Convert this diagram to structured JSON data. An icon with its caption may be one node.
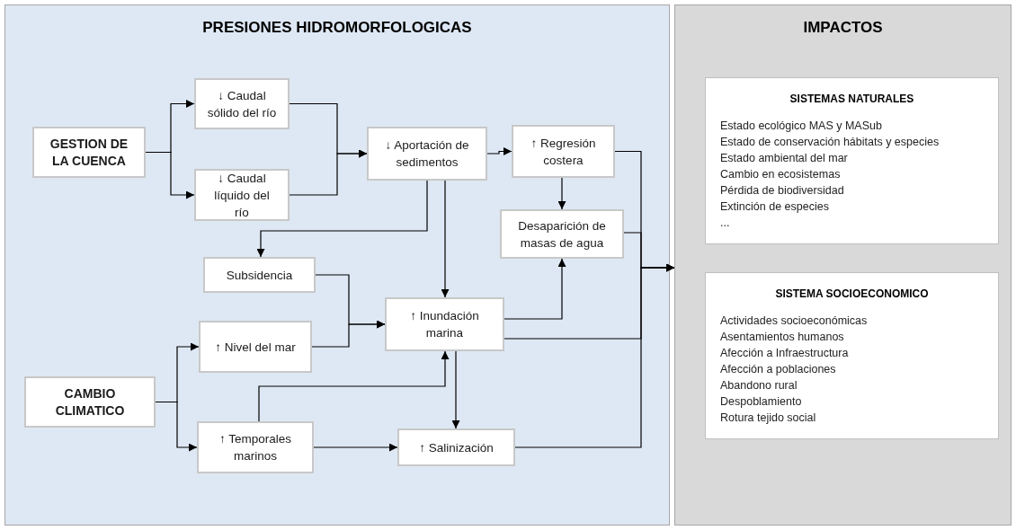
{
  "diagram": {
    "nodes": [
      {
        "text": [
          "PRESIONES HIDROMORFOLOGICAS"
        ]
      },
      {
        "text": [
          "GESTION DE LA CUENCA"
        ],
        "in": 0
      },
      {
        "text": [
          "↓ Caudal sólido del río"
        ],
        "in": 0
      },
      {
        "text": [
          "↓ Caudal líquido del río"
        ],
        "in": 0
      },
      {
        "text": [
          "↓ Aportación de sedimentos"
        ],
        "in": 0
      },
      {
        "text": [
          "↑ Regresión costera"
        ],
        "in": 0
      },
      {
        "text": [
          "Desaparición de masas de agua"
        ],
        "in": 0
      },
      {
        "text": [
          "Subsidencia"
        ],
        "in": 0
      },
      {
        "text": [
          "↑ Inundación marina"
        ],
        "in": 0
      },
      {
        "text": [
          "↑ Nivel del mar"
        ],
        "in": 0
      },
      {
        "text": [
          "CAMBIO CLIMATICO"
        ],
        "in": 0
      },
      {
        "text": [
          "↑ Temporales marinos"
        ],
        "in": 0
      },
      {
        "text": [
          "↑ Salinización"
        ],
        "in": 0
      },
      {
        "text": [
          "IMPACTOS"
        ]
      },
      {
        "text": [
          "SISTEMAS NATURALES",
          "Estado ecológico MAS y MASub",
          "Estado de conservación hábitats y especies",
          "Estado ambiental del mar",
          "Cambio en ecosistemas",
          "Pérdida de biodiversidad",
          "Extinción de especies",
          "..."
        ],
        "in": 13
      },
      {
        "text": [
          "SISTEMA SOCIOECONOMICO",
          "Actividades socioeconómicas",
          "Asentamientos humanos",
          "Afección a Infraestructura",
          "Afección a poblaciones",
          "Abandono rural",
          "Despoblamiento",
          "Rotura tejido social"
        ],
        "in": 13
      }
    ],
    "edges": [
      {
        "from": 1,
        "to": 2,
        "arrow": "to"
      },
      {
        "from": 1,
        "to": 3,
        "arrow": "to"
      },
      {
        "from": 2,
        "to": 4,
        "arrow": "to"
      },
      {
        "from": 3,
        "to": 4,
        "arrow": "to"
      },
      {
        "from": 4,
        "to": 5,
        "arrow": "to"
      },
      {
        "from": 4,
        "to": 7,
        "arrow": "to"
      },
      {
        "from": 4,
        "to": 8,
        "arrow": "to"
      },
      {
        "from": 5,
        "to": 6,
        "arrow": "to"
      },
      {
        "from": 7,
        "to": 8,
        "arrow": "to"
      },
      {
        "from": 9,
        "to": 8,
        "arrow": "to"
      },
      {
        "from": 8,
        "to": 6,
        "arrow": "to"
      },
      {
        "from": 10,
        "to": 9,
        "arrow": "to"
      },
      {
        "from": 10,
        "to": 11,
        "arrow": "to"
      },
      {
        "from": 11,
        "to": 8,
        "arrow": "to"
      },
      {
        "from": 11,
        "to": 12,
        "arrow": "to"
      },
      {
        "from": 8,
        "to": 12,
        "arrow": "to"
      },
      {
        "from": 5,
        "to": 13,
        "arrow": "to"
      },
      {
        "from": 6,
        "to": 13,
        "arrow": "to"
      },
      {
        "from": 8,
        "to": 13,
        "arrow": "to"
      },
      {
        "from": 12,
        "to": 13,
        "arrow": "to"
      }
    ]
  }
}
